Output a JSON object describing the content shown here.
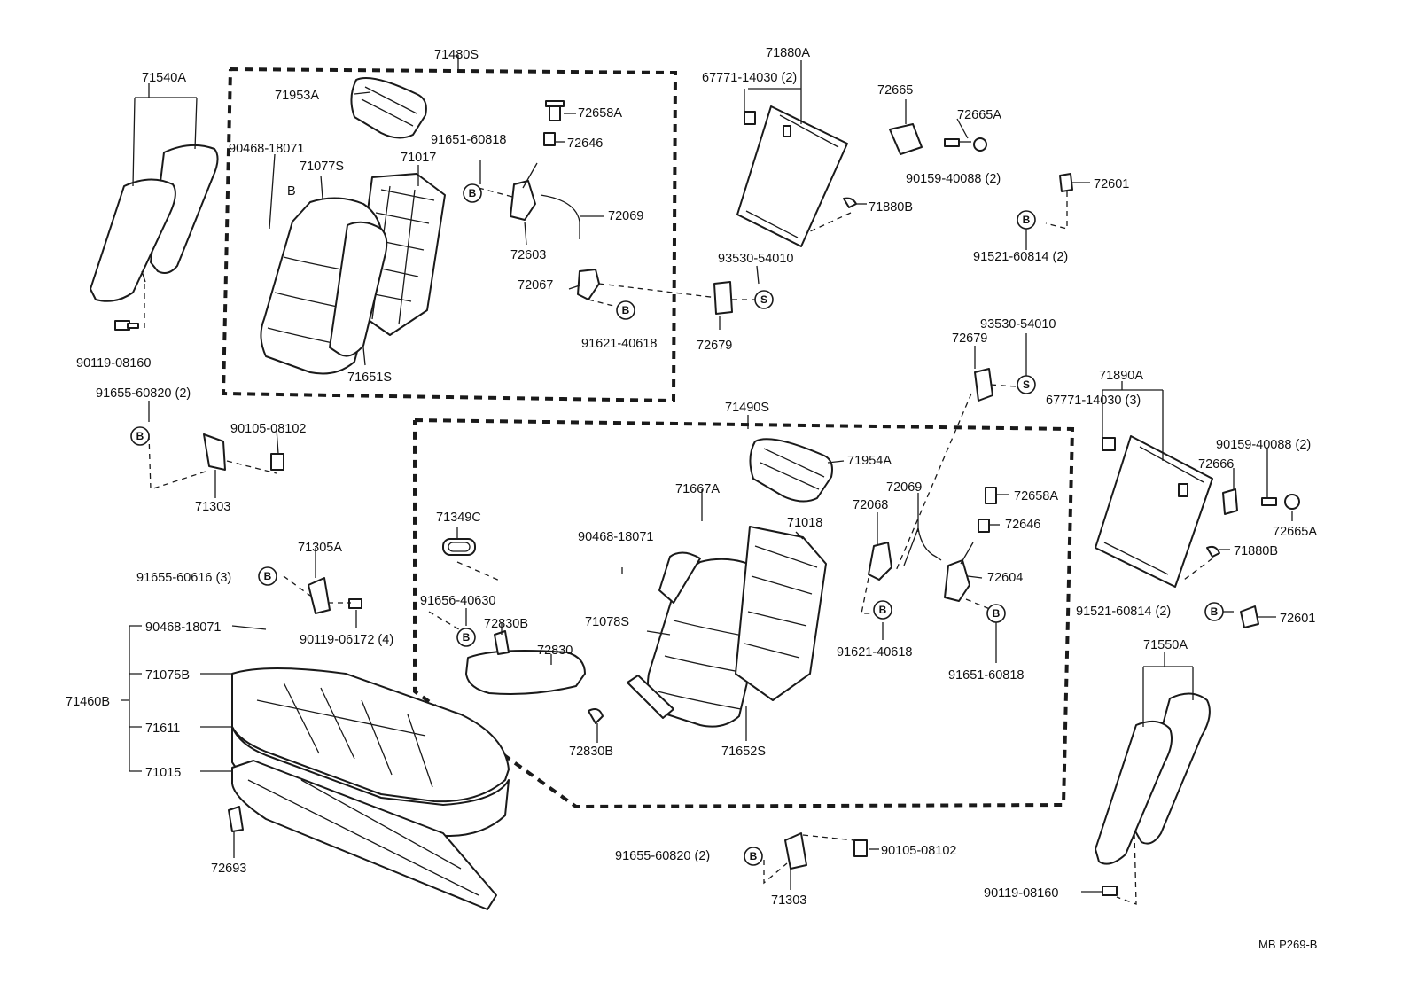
{
  "diagram": {
    "labels": {
      "p71540A": "71540A",
      "p90119_08160_l": "90119-08160",
      "p71480S": "71480S",
      "p71953A": "71953A",
      "p90468_18071_a": "90468-18071",
      "p71077S": "71077S",
      "p71017": "71017",
      "pB_letter": "B",
      "p71651S": "71651S",
      "p72658A_a": "72658A",
      "p91651_60818_a": "91651-60818",
      "p72646_a": "72646",
      "p72069_a": "72069",
      "p72603": "72603",
      "p72067": "72067",
      "p91621_40618_a": "91621-40618",
      "p72679_a": "72679",
      "p93530_54010_a": "93530-54010",
      "p71880A": "71880A",
      "p67771_14030_2": "67771-14030 (2)",
      "p71880B_a": "71880B",
      "p72665": "72665",
      "p72665A_a": "72665A",
      "p90159_40088_a": "90159-40088 (2)",
      "p72601_a": "72601",
      "p91521_60814_a": "91521-60814 (2)",
      "p91655_60820_a": "91655-60820 (2)",
      "p90105_08102_a": "90105-08102",
      "p71303_a": "71303",
      "p71305A": "71305A",
      "p91655_60616": "91655-60616 (3)",
      "p90119_06172": "90119-06172 (4)",
      "p90468_18071_b": "90468-18071",
      "p71075B": "71075B",
      "p71460B": "71460B",
      "p71611": "71611",
      "p71015": "71015",
      "p72693": "72693",
      "p71490S": "71490S",
      "p71349C": "71349C",
      "p91656_40630": "91656-40630",
      "p72830B_a": "72830B",
      "p72830": "72830",
      "p72830B_b": "72830B",
      "p90468_18071_c": "90468-18071",
      "p71667A": "71667A",
      "p71078S": "71078S",
      "p71018": "71018",
      "p71954A": "71954A",
      "p71652S": "71652S",
      "p72068": "72068",
      "p72069_b": "72069",
      "p72658A_b": "72658A",
      "p72646_b": "72646",
      "p72604": "72604",
      "p91621_40618_b": "91621-40618",
      "p91651_60818_b": "91651-60818",
      "p93530_54010_b": "93530-54010",
      "p72679_b": "72679",
      "p71890A": "71890A",
      "p67771_14030_3": "67771-14030 (3)",
      "p90159_40088_b": "90159-40088 (2)",
      "p72666": "72666",
      "p72665A_b": "72665A",
      "p71880B_b": "71880B",
      "p91521_60814_b": "91521-60814 (2)",
      "p72601_b": "72601",
      "p71550A": "71550A",
      "p91655_60820_b": "91655-60820 (2)",
      "p90105_08102_b": "90105-08102",
      "p71303_b": "71303",
      "p90119_08160_r": "90119-08160",
      "page_code": "MB P269-B"
    },
    "symbols": {
      "bolt_b": "B",
      "screw_s": "S"
    }
  }
}
